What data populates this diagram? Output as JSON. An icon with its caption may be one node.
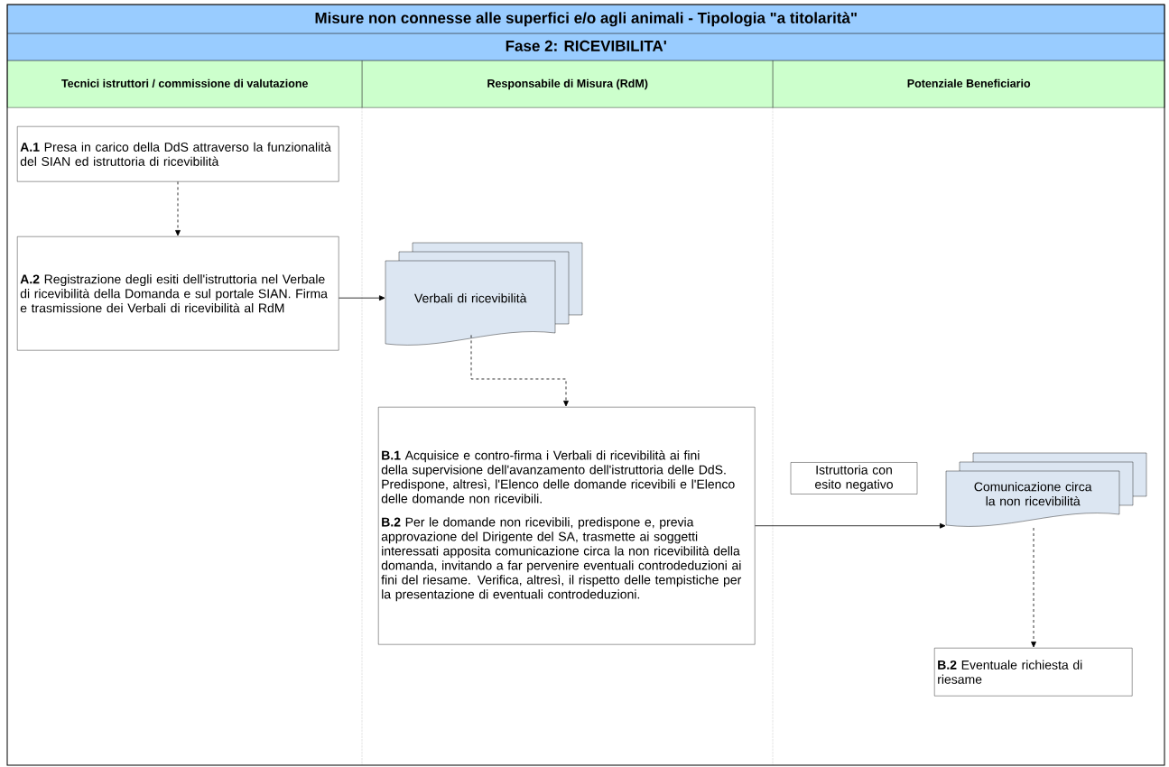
{
  "diagram": {
    "nodes": [
      {
        "text": [
          "Misure non connesse alle superfici e/o agli animali - Tipologia \"a titolarità\""
        ]
      },
      {
        "text": [
          "Fase 2: RICEVIBILITA'"
        ]
      },
      {
        "text": [
          "Tecnici istruttori / commissione di valutazione"
        ]
      },
      {
        "text": [
          "Responsabile di Misura (RdM)"
        ]
      },
      {
        "text": [
          "Potenziale Beneficiario"
        ]
      },
      {
        "text": [
          "**A.1** Presa in carico della DdS attraverso la funzionalità del SIAN ed istruttoria di ricevibilità"
        ]
      },
      {
        "text": [
          "**A.2** Registrazione degli esiti dell'istruttoria nel Verbale di ricevibilità della Domanda e sul portale SIAN. Firma e trasmissione dei Verbali di ricevibilità al RdM"
        ]
      },
      {
        "text": [
          "Verbali di ricevibilità"
        ]
      },
      {
        "text": [
          "**B.1** Acquisice e contro-firma i Verbali di ricevibilità ai fini della supervisione dell'avanzamento dell'istruttoria delle DdS. Predispone, altresì, l'Elenco delle domande ricevibili e l'Elenco delle domande non ricevibili.",
          "**B.2** Per le domande non ricevibili, predispone e, previa approvazione del Dirigente del SA, trasmette ai soggetti interessati apposita comunicazione circa la non ricevibilità della domanda, invitando a far pervenire eventuali controdeduzioni ai fini del riesame. Verifica, altresì, il rispetto delle tempistiche per la presentazione di eventuali controdeduzioni."
        ]
      },
      {
        "text": [
          "Comunicazione circa la non ricevibilità"
        ]
      },
      {
        "text": [
          "**B.2** Eventuale richiesta di riesame"
        ]
      }
    ],
    "edges": [
      {
        "from": 5,
        "to": 6,
        "arrow": "to",
        "style": "dashed"
      },
      {
        "from": 6,
        "to": 7,
        "arrow": "to"
      },
      {
        "from": 7,
        "to": 8,
        "arrow": "to",
        "style": "dashed"
      },
      {
        "from": 8,
        "to": 9,
        "arrow": "to",
        "label": "Istruttoria con esito negativo"
      },
      {
        "from": 9,
        "to": 10,
        "arrow": "to",
        "style": "dashed"
      }
    ]
  }
}
